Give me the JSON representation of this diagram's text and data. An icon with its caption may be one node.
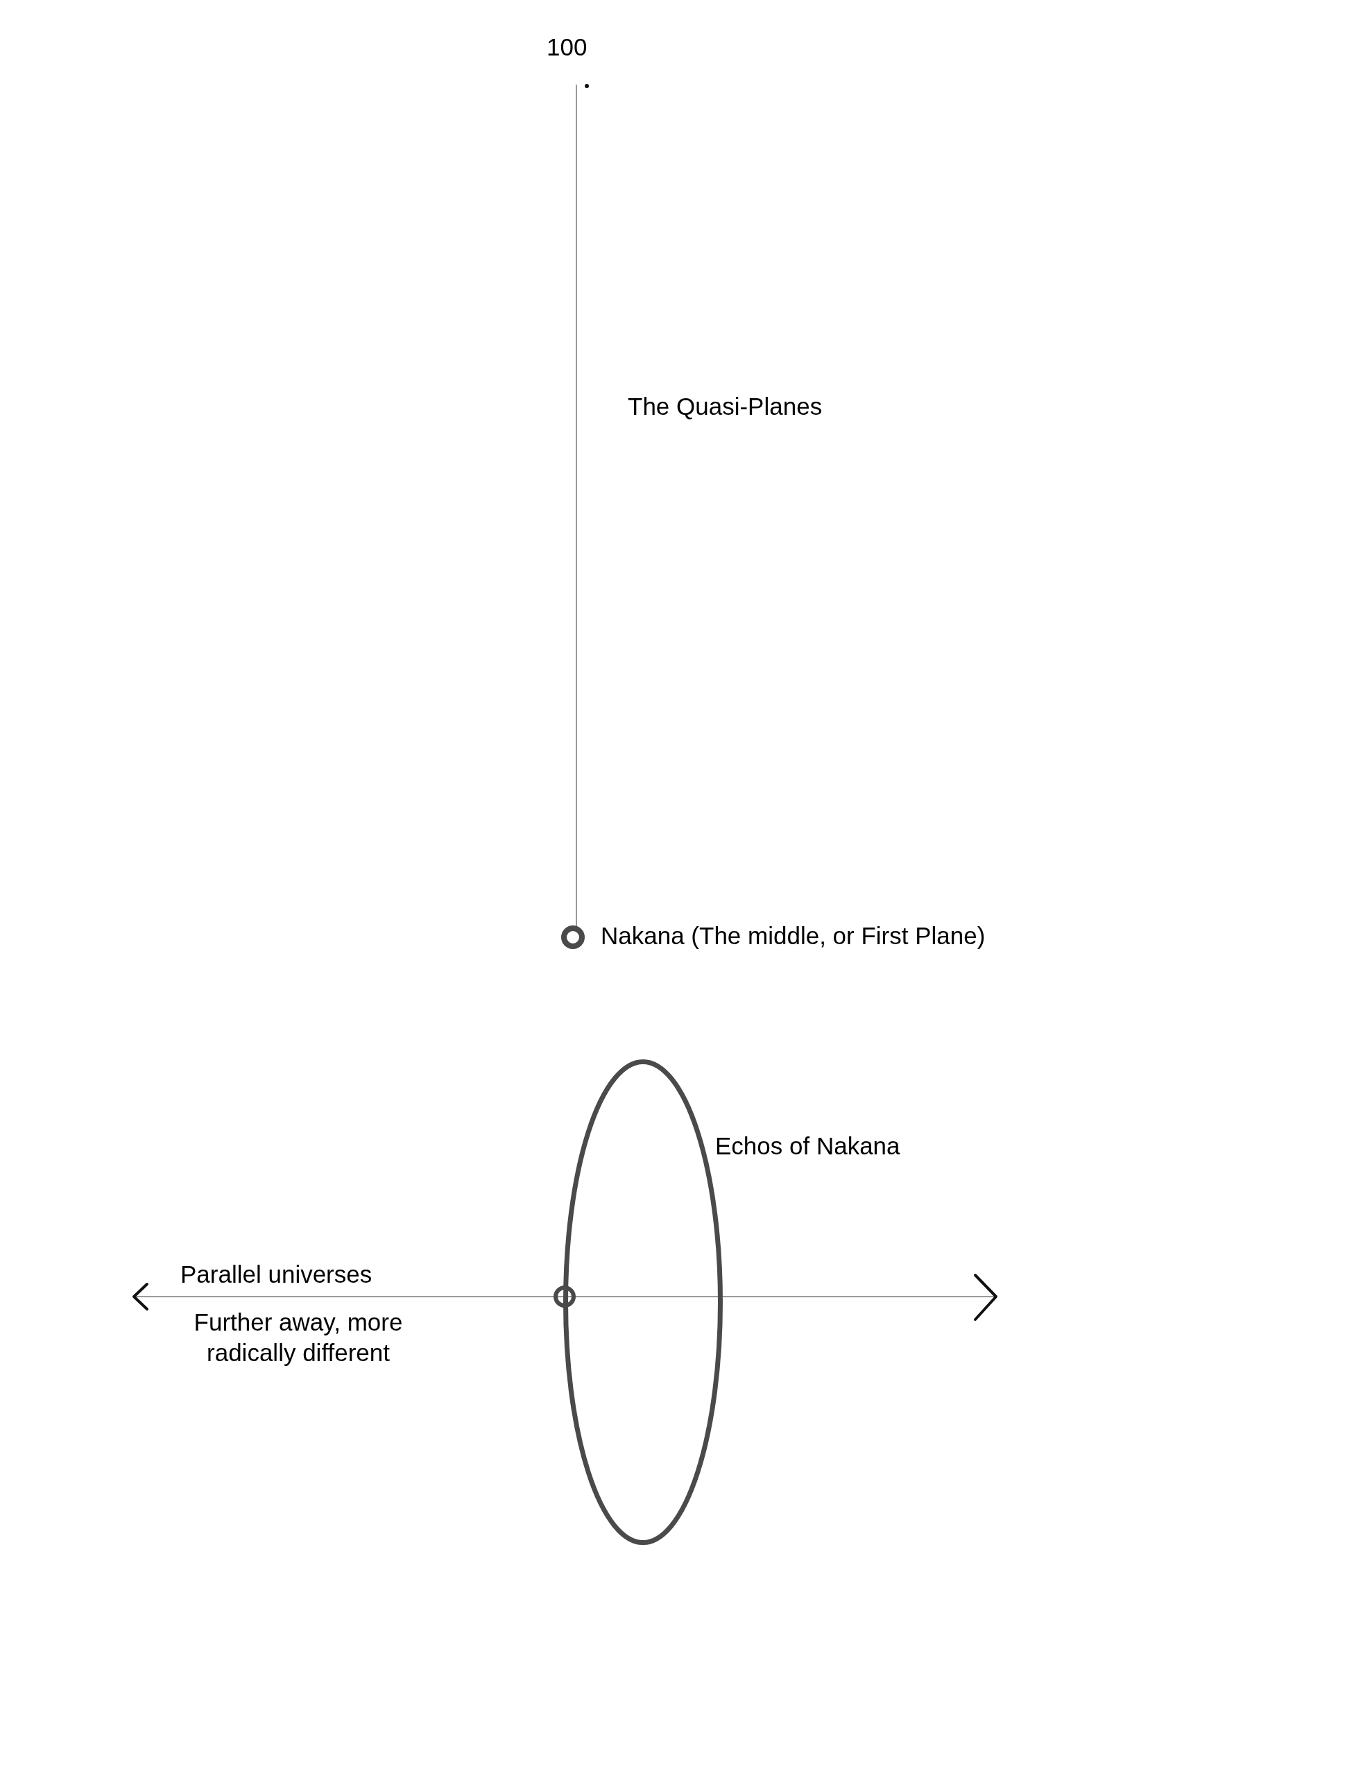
{
  "diagram": {
    "nodes": [
      {
        "text": [],
        "shape": "circle",
        "beside": [
          "Nakana (The middle, or First Plane)"
        ]
      },
      {
        "text": [],
        "shape": "ellipse",
        "beside": [
          "Echos of Nakana"
        ]
      },
      {
        "text": [],
        "shape": "circle"
      }
    ],
    "labels": [
      "100",
      "The Quasi-Planes",
      "Parallel universes",
      "Further away, more radically different"
    ]
  }
}
